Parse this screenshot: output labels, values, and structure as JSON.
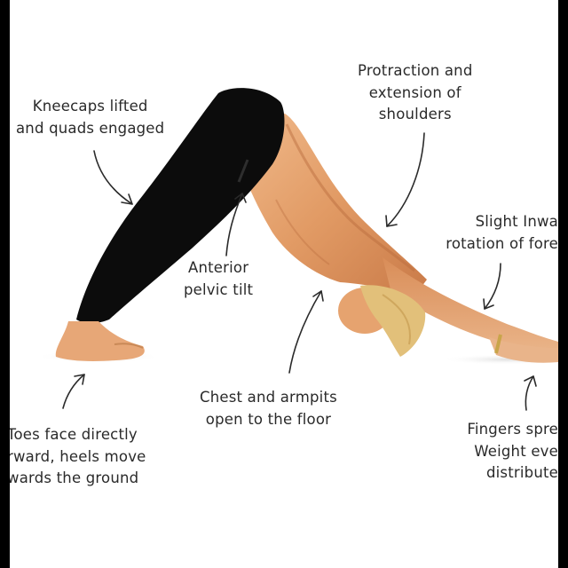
{
  "labels": {
    "kneecaps": "Kneecaps lifted\nand quads engaged",
    "shoulders": "Protraction and\nextension of\nshoulders",
    "pelvic": "Anterior\npelvic tilt",
    "forearms": "Slight Inwa\nrotation of fore",
    "chest": "Chest and armpits\nopen to the floor",
    "toes": "Toes face directly\nrward, heels move\nwards the ground",
    "fingers": "Fingers spre\nWeight eve\ndistribute"
  },
  "colors": {
    "background": "#ffffff",
    "frame": "#000000",
    "text": "#2a2a2a",
    "skin": "#e6a36f",
    "leggings": "#0c0c0c",
    "hair": "#e2c07a"
  }
}
